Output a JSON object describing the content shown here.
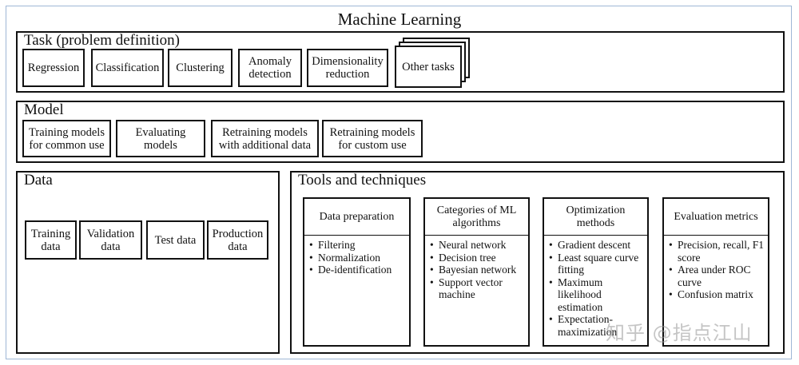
{
  "title": "Machine Learning",
  "task": {
    "label": "Task (problem definition)",
    "items": [
      "Regression",
      "Classification",
      "Clustering",
      "Anomaly detection",
      "Dimensionality reduction",
      "Other tasks"
    ]
  },
  "model": {
    "label": "Model",
    "items": [
      "Training models for common use",
      "Evaluating models",
      "Retraining models with additional data",
      "Retraining models for custom use"
    ]
  },
  "data": {
    "label": "Data",
    "items": [
      "Training data",
      "Validation data",
      "Test data",
      "Production data"
    ]
  },
  "tools": {
    "label": "Tools and techniques",
    "columns": [
      {
        "title": "Data preparation",
        "items": [
          "Filtering",
          "Normalization",
          "De-identification"
        ]
      },
      {
        "title": "Categories of ML algorithms",
        "items": [
          "Neural network",
          "Decision tree",
          "Bayesian network",
          "Support vector machine"
        ]
      },
      {
        "title": "Optimization methods",
        "items": [
          "Gradient descent",
          "Least square curve fitting",
          "Maximum likelihood estimation",
          "Expectation-maximization"
        ]
      },
      {
        "title": "Evaluation metrics",
        "items": [
          "Precision, recall, F1 score",
          "Area under ROC curve",
          "Confusion matrix"
        ]
      }
    ]
  },
  "watermark": "知乎 @指点江山"
}
